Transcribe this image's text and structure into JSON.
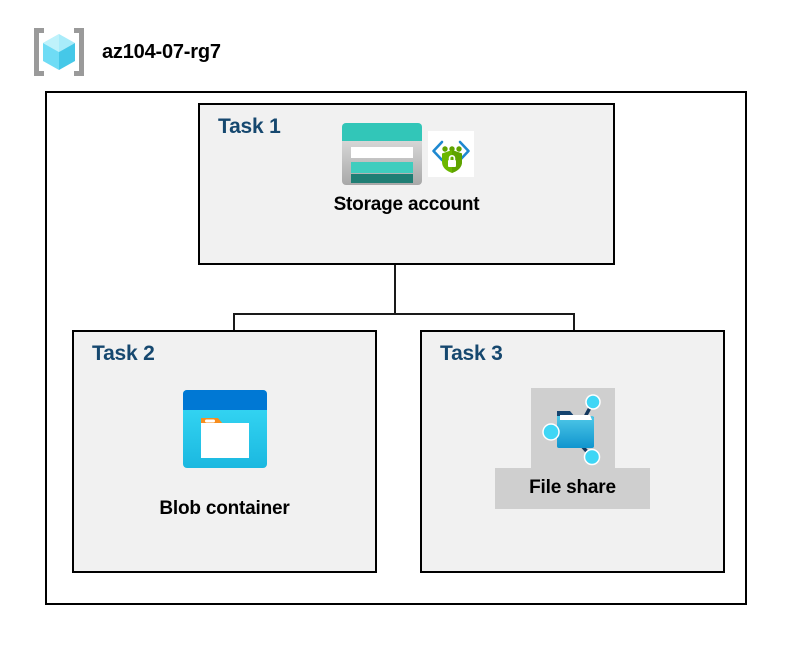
{
  "header": {
    "resource_group_name": "az104-07-rg7",
    "icon": "resource-group-icon"
  },
  "colors": {
    "task_label": "#16486F",
    "box_border": "#000000",
    "task_fill": "#f1f1f1",
    "canvas": "#ffffff",
    "connector": "#1a1a1a",
    "storage_teal": "#32C6B8",
    "storage_teal_dark": "#1F7E74",
    "blob_blue": "#0078D4",
    "blob_cyan": "#32D4F5",
    "blob_orange": "#F78D1E",
    "shield_green": "#5FA300",
    "chevron_blue": "#1E88D0",
    "fileshare_plate_gray": "#cfcfcf",
    "cube_cyan": "#9BE8F8"
  },
  "tasks": [
    {
      "id": "task-1",
      "label": "Task 1",
      "node": {
        "caption": "Storage account",
        "icon": "storage-account-icon",
        "badge_icon": "secure-endpoint-shield-icon"
      }
    },
    {
      "id": "task-2",
      "label": "Task 2",
      "node": {
        "caption": "Blob container",
        "icon": "blob-container-icon"
      }
    },
    {
      "id": "task-3",
      "label": "Task 3",
      "node": {
        "caption": "File share",
        "icon": "file-share-icon",
        "selected": true
      }
    }
  ],
  "connectors": [
    {
      "from": "Storage account",
      "to": "Blob container"
    },
    {
      "from": "Storage account",
      "to": "File share"
    }
  ]
}
